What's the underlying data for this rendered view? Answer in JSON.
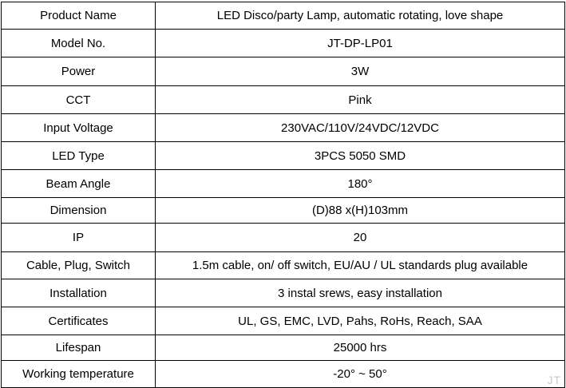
{
  "spec_table": {
    "rows": [
      {
        "label": "Product Name",
        "value": "LED Disco/party Lamp, automatic rotating, love shape"
      },
      {
        "label": "Model No.",
        "value": "JT-DP-LP01"
      },
      {
        "label": "Power",
        "value": "3W"
      },
      {
        "label": "CCT",
        "value": "Pink"
      },
      {
        "label": "Input Voltage",
        "value": "230VAC/110V/24VDC/12VDC"
      },
      {
        "label": "LED Type",
        "value": "3PCS 5050 SMD"
      },
      {
        "label": "Beam Angle",
        "value": "180°"
      },
      {
        "label": "Dimension",
        "value": "(D)88 x(H)103mm"
      },
      {
        "label": "IP",
        "value": "20"
      },
      {
        "label": "Cable, Plug, Switch",
        "value": "1.5m cable, on/ off switch, EU/AU / UL standards plug available"
      },
      {
        "label": "Installation",
        "value": "3 instal srews, easy installation"
      },
      {
        "label": "Certificates",
        "value": "UL, GS, EMC, LVD, Pahs, RoHs, Reach, SAA"
      },
      {
        "label": "Lifespan",
        "value": "25000 hrs"
      },
      {
        "label": "Working temperature",
        "value": "-20° ~ 50°"
      }
    ]
  },
  "watermark": {
    "text": "JT"
  }
}
